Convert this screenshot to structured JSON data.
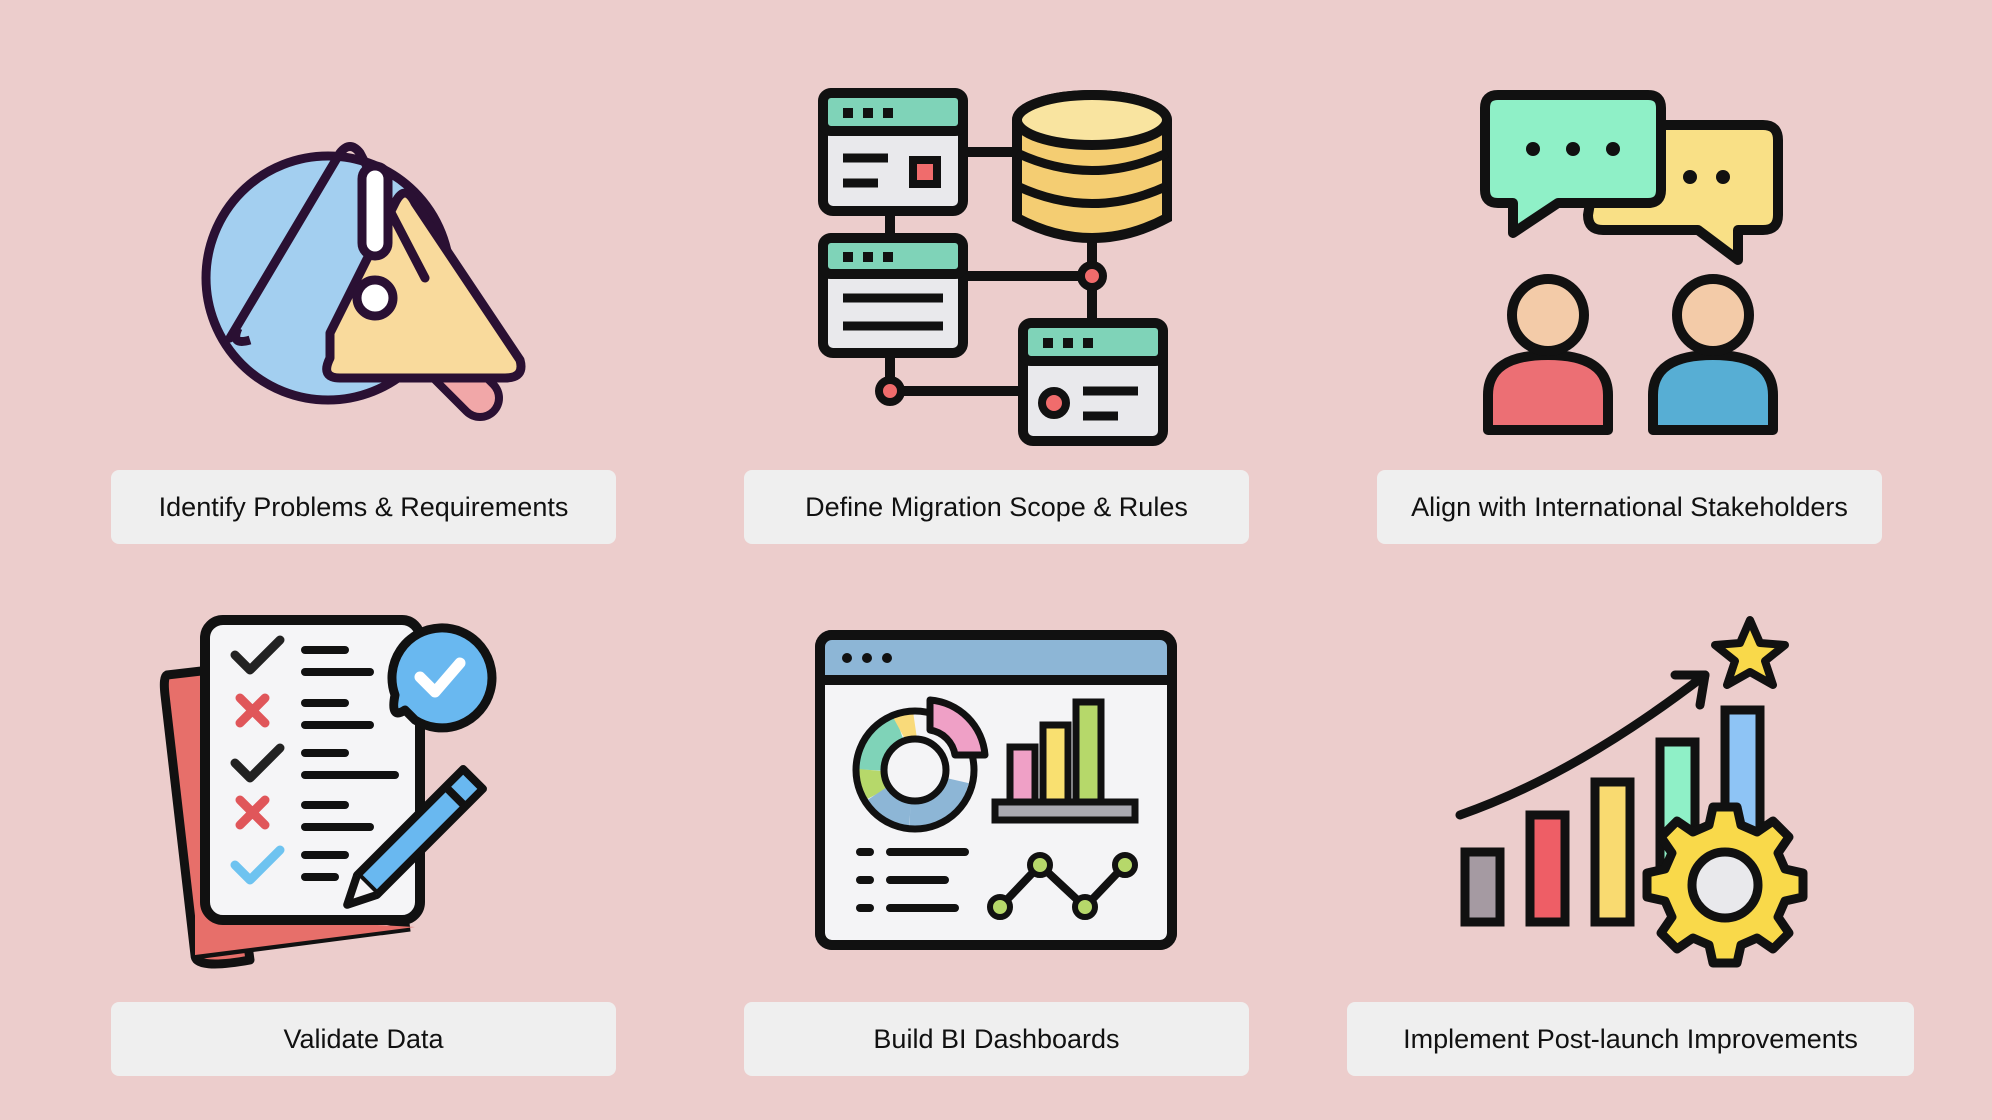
{
  "steps": [
    {
      "label": "Identify Problems & Requirements",
      "icon": "warning-magnifier-icon"
    },
    {
      "label": "Define Migration Scope & Rules",
      "icon": "database-network-icon"
    },
    {
      "label": "Align with International Stakeholders",
      "icon": "people-chat-icon"
    },
    {
      "label": "Validate Data",
      "icon": "checklist-icon"
    },
    {
      "label": "Build BI Dashboards",
      "icon": "dashboard-icon"
    },
    {
      "label": "Implement Post-launch Improvements",
      "icon": "growth-chart-gear-icon"
    }
  ],
  "colors": {
    "background": "#ECCDCC",
    "label_box": "#EFEFEF",
    "outline": "#111111"
  }
}
